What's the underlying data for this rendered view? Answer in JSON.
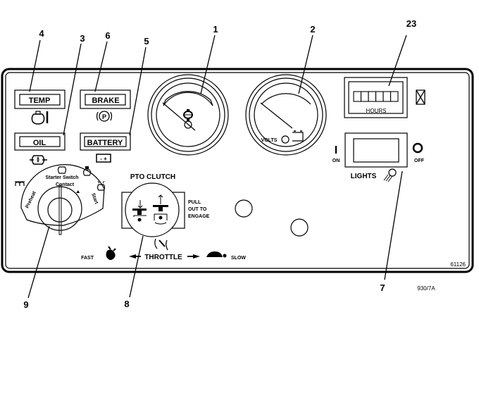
{
  "figure": {
    "panel_code": "61126",
    "figure_code": "930/7A"
  },
  "callouts": [
    {
      "id": "1",
      "target": "oil-pressure-gauge"
    },
    {
      "id": "2",
      "target": "voltmeter"
    },
    {
      "id": "3",
      "target": "oil-indicator"
    },
    {
      "id": "4",
      "target": "temp-indicator"
    },
    {
      "id": "5",
      "target": "battery-indicator"
    },
    {
      "id": "6",
      "target": "brake-indicator"
    },
    {
      "id": "7",
      "target": "lights-switch"
    },
    {
      "id": "8",
      "target": "pto-clutch"
    },
    {
      "id": "9",
      "target": "starter-switch"
    },
    {
      "id": "23",
      "target": "hour-meter"
    }
  ],
  "indicators": {
    "temp": "TEMP",
    "brake": "BRAKE",
    "oil": "OIL",
    "battery": "BATTERY",
    "battery_symbol": "- +"
  },
  "gauges": {
    "voltmeter_label": "VOLTS"
  },
  "hour_meter": {
    "label": "HOURS",
    "digit_count": 6
  },
  "lights": {
    "label": "LIGHTS",
    "on_symbol": "I",
    "on_label": "ON",
    "off_symbol": "O",
    "off_label": "OFF"
  },
  "starter_switch": {
    "title_line1": "Starter Switch",
    "title_line2": "Contact",
    "preheat": "Preheat",
    "start": "Start"
  },
  "pto": {
    "title": "PTO CLUTCH",
    "instruction_line1": "PULL",
    "instruction_line2": "OUT TO",
    "instruction_line3": "ENGAGE"
  },
  "throttle": {
    "label": "THROTTLE",
    "fast": "FAST",
    "slow": "SLOW"
  }
}
